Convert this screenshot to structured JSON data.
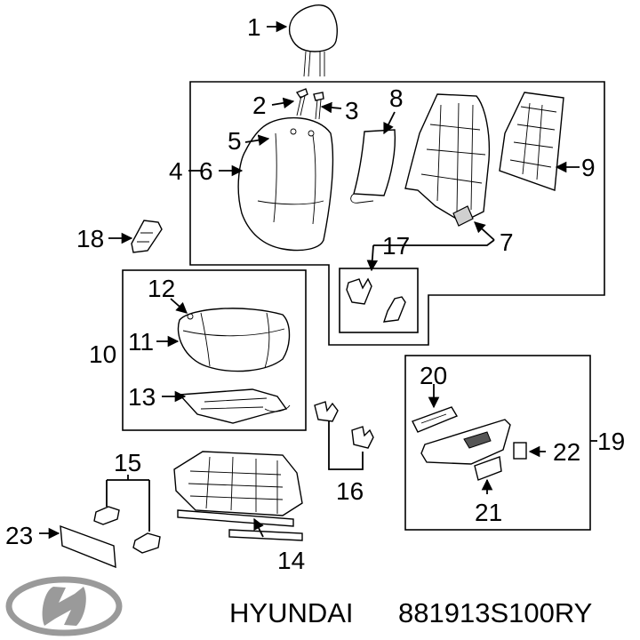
{
  "callouts": {
    "c1": "1",
    "c2": "2",
    "c3": "3",
    "c4": "4",
    "c5": "5",
    "c6": "6",
    "c7": "7",
    "c8": "8",
    "c9": "9",
    "c10": "10",
    "c11": "11",
    "c12": "12",
    "c13": "13",
    "c14": "14",
    "c15": "15",
    "c16": "16",
    "c17": "17",
    "c18": "18",
    "c19": "19",
    "c20": "20",
    "c21": "21",
    "c22": "22",
    "c23": "23"
  },
  "caption": {
    "brand": "HYUNDAI",
    "part_number": "881913S100RY"
  },
  "logo": {
    "icon": "hyundai-logo-icon",
    "color": "#9a9a9a"
  }
}
